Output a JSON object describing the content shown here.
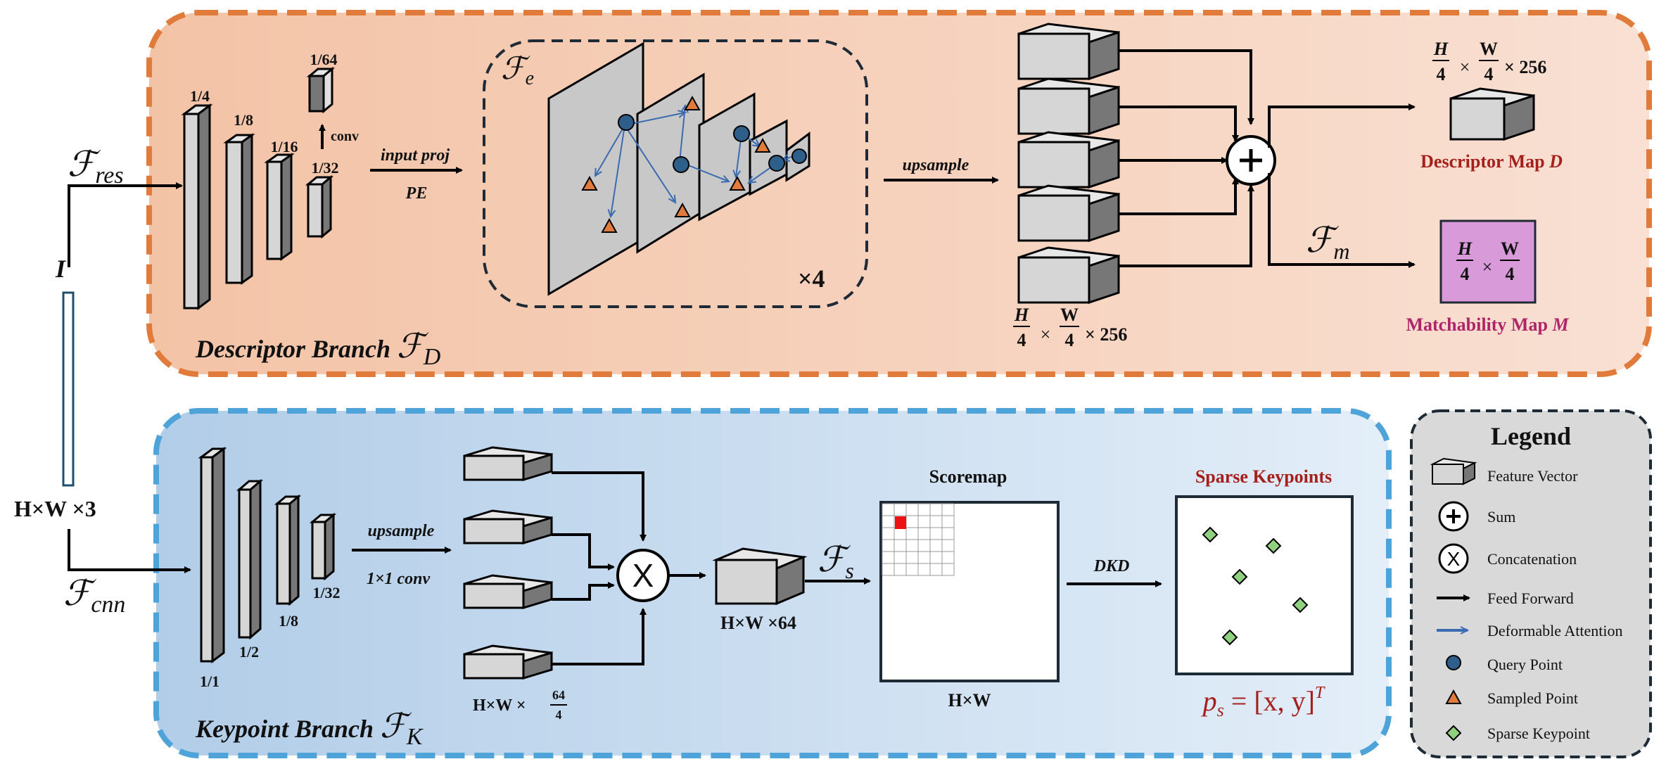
{
  "input": {
    "image_label": "I",
    "shape_label": "H×W ×3",
    "res_path": "ℱ",
    "res_sub": "res",
    "cnn_path": "ℱ",
    "cnn_sub": "cnn"
  },
  "descriptor_branch": {
    "title": "Descriptor Branch",
    "symbol": "ℱ",
    "symbol_sub": "D",
    "scales": [
      "1/4",
      "1/8",
      "1/16",
      "1/32",
      "1/64"
    ],
    "conv_label": "conv",
    "input_proj_label": "input proj",
    "pe_label": "PE",
    "encoder_symbol": "ℱ",
    "encoder_sub": "e",
    "repeat_label": "×4",
    "upsample_label": "upsample",
    "sum_shape": {
      "h": "H",
      "w": "W",
      "den": "4",
      "times": "×",
      "ch": "× 256"
    },
    "match_symbol": "ℱ",
    "match_sub": "m",
    "descriptor_shape": {
      "h": "H",
      "w": "W",
      "den": "4",
      "times": "×",
      "ch": "× 256"
    },
    "descriptor_map_label": "Descriptor Map",
    "descriptor_map_var": "D",
    "matchability_shape": {
      "h": "H",
      "w": "W",
      "den": "4",
      "times": "×"
    },
    "matchability_map_label": "Matchability Map",
    "matchability_map_var": "M"
  },
  "keypoint_branch": {
    "title": "Keypoint Branch",
    "symbol": "ℱ",
    "symbol_sub": "K",
    "scales": [
      "1/1",
      "1/2",
      "1/8",
      "1/32"
    ],
    "upsample_label": "upsample",
    "conv_label": "1×1 conv",
    "concat_shape": {
      "prefix": "H×W ×",
      "num": "64",
      "den": "4"
    },
    "concat_symbol": "X",
    "fused_shape": "H×W ×64",
    "score_symbol": "ℱ",
    "score_sub": "s",
    "scoremap_title": "Scoremap",
    "scoremap_size": "H×W",
    "dkd_label": "DKD",
    "sparse_title": "Sparse Keypoints",
    "formula": "p",
    "formula_sub": "s",
    "formula_rest": " = [x, y]",
    "formula_sup": "T"
  },
  "legend": {
    "title": "Legend",
    "items": [
      {
        "icon": "feature-vector-icon",
        "label": "Feature Vector"
      },
      {
        "icon": "sum-icon",
        "label": "Sum"
      },
      {
        "icon": "concatenation-icon",
        "label": "Concatenation"
      },
      {
        "icon": "arrow-black-icon",
        "label": "Feed Forward"
      },
      {
        "icon": "arrow-blue-icon",
        "label": "Deformable Attention"
      },
      {
        "icon": "circle-query-icon",
        "label": "Query Point"
      },
      {
        "icon": "triangle-sampled-icon",
        "label": "Sampled Point"
      },
      {
        "icon": "diamond-keypoint-icon",
        "label": "Sparse Keypoint"
      }
    ]
  },
  "colors": {
    "descriptor_border": "#E07B3C",
    "descriptor_fill": "#F7D3BE",
    "keypoint_border": "#4EA3D9",
    "keypoint_fill": "#C9DCEF",
    "legend_fill": "#D9D9D9",
    "matchability_fill": "#D89AD8",
    "dark_red": "#A5201C",
    "magenta": "#B0256A",
    "query_point": "#2D5F8A",
    "sampled_point": "#E07B3C",
    "keypoint_marker": "#8FD17E",
    "scoremap_hot": "#EE1111",
    "deform_arrow": "#3B6BB0"
  }
}
